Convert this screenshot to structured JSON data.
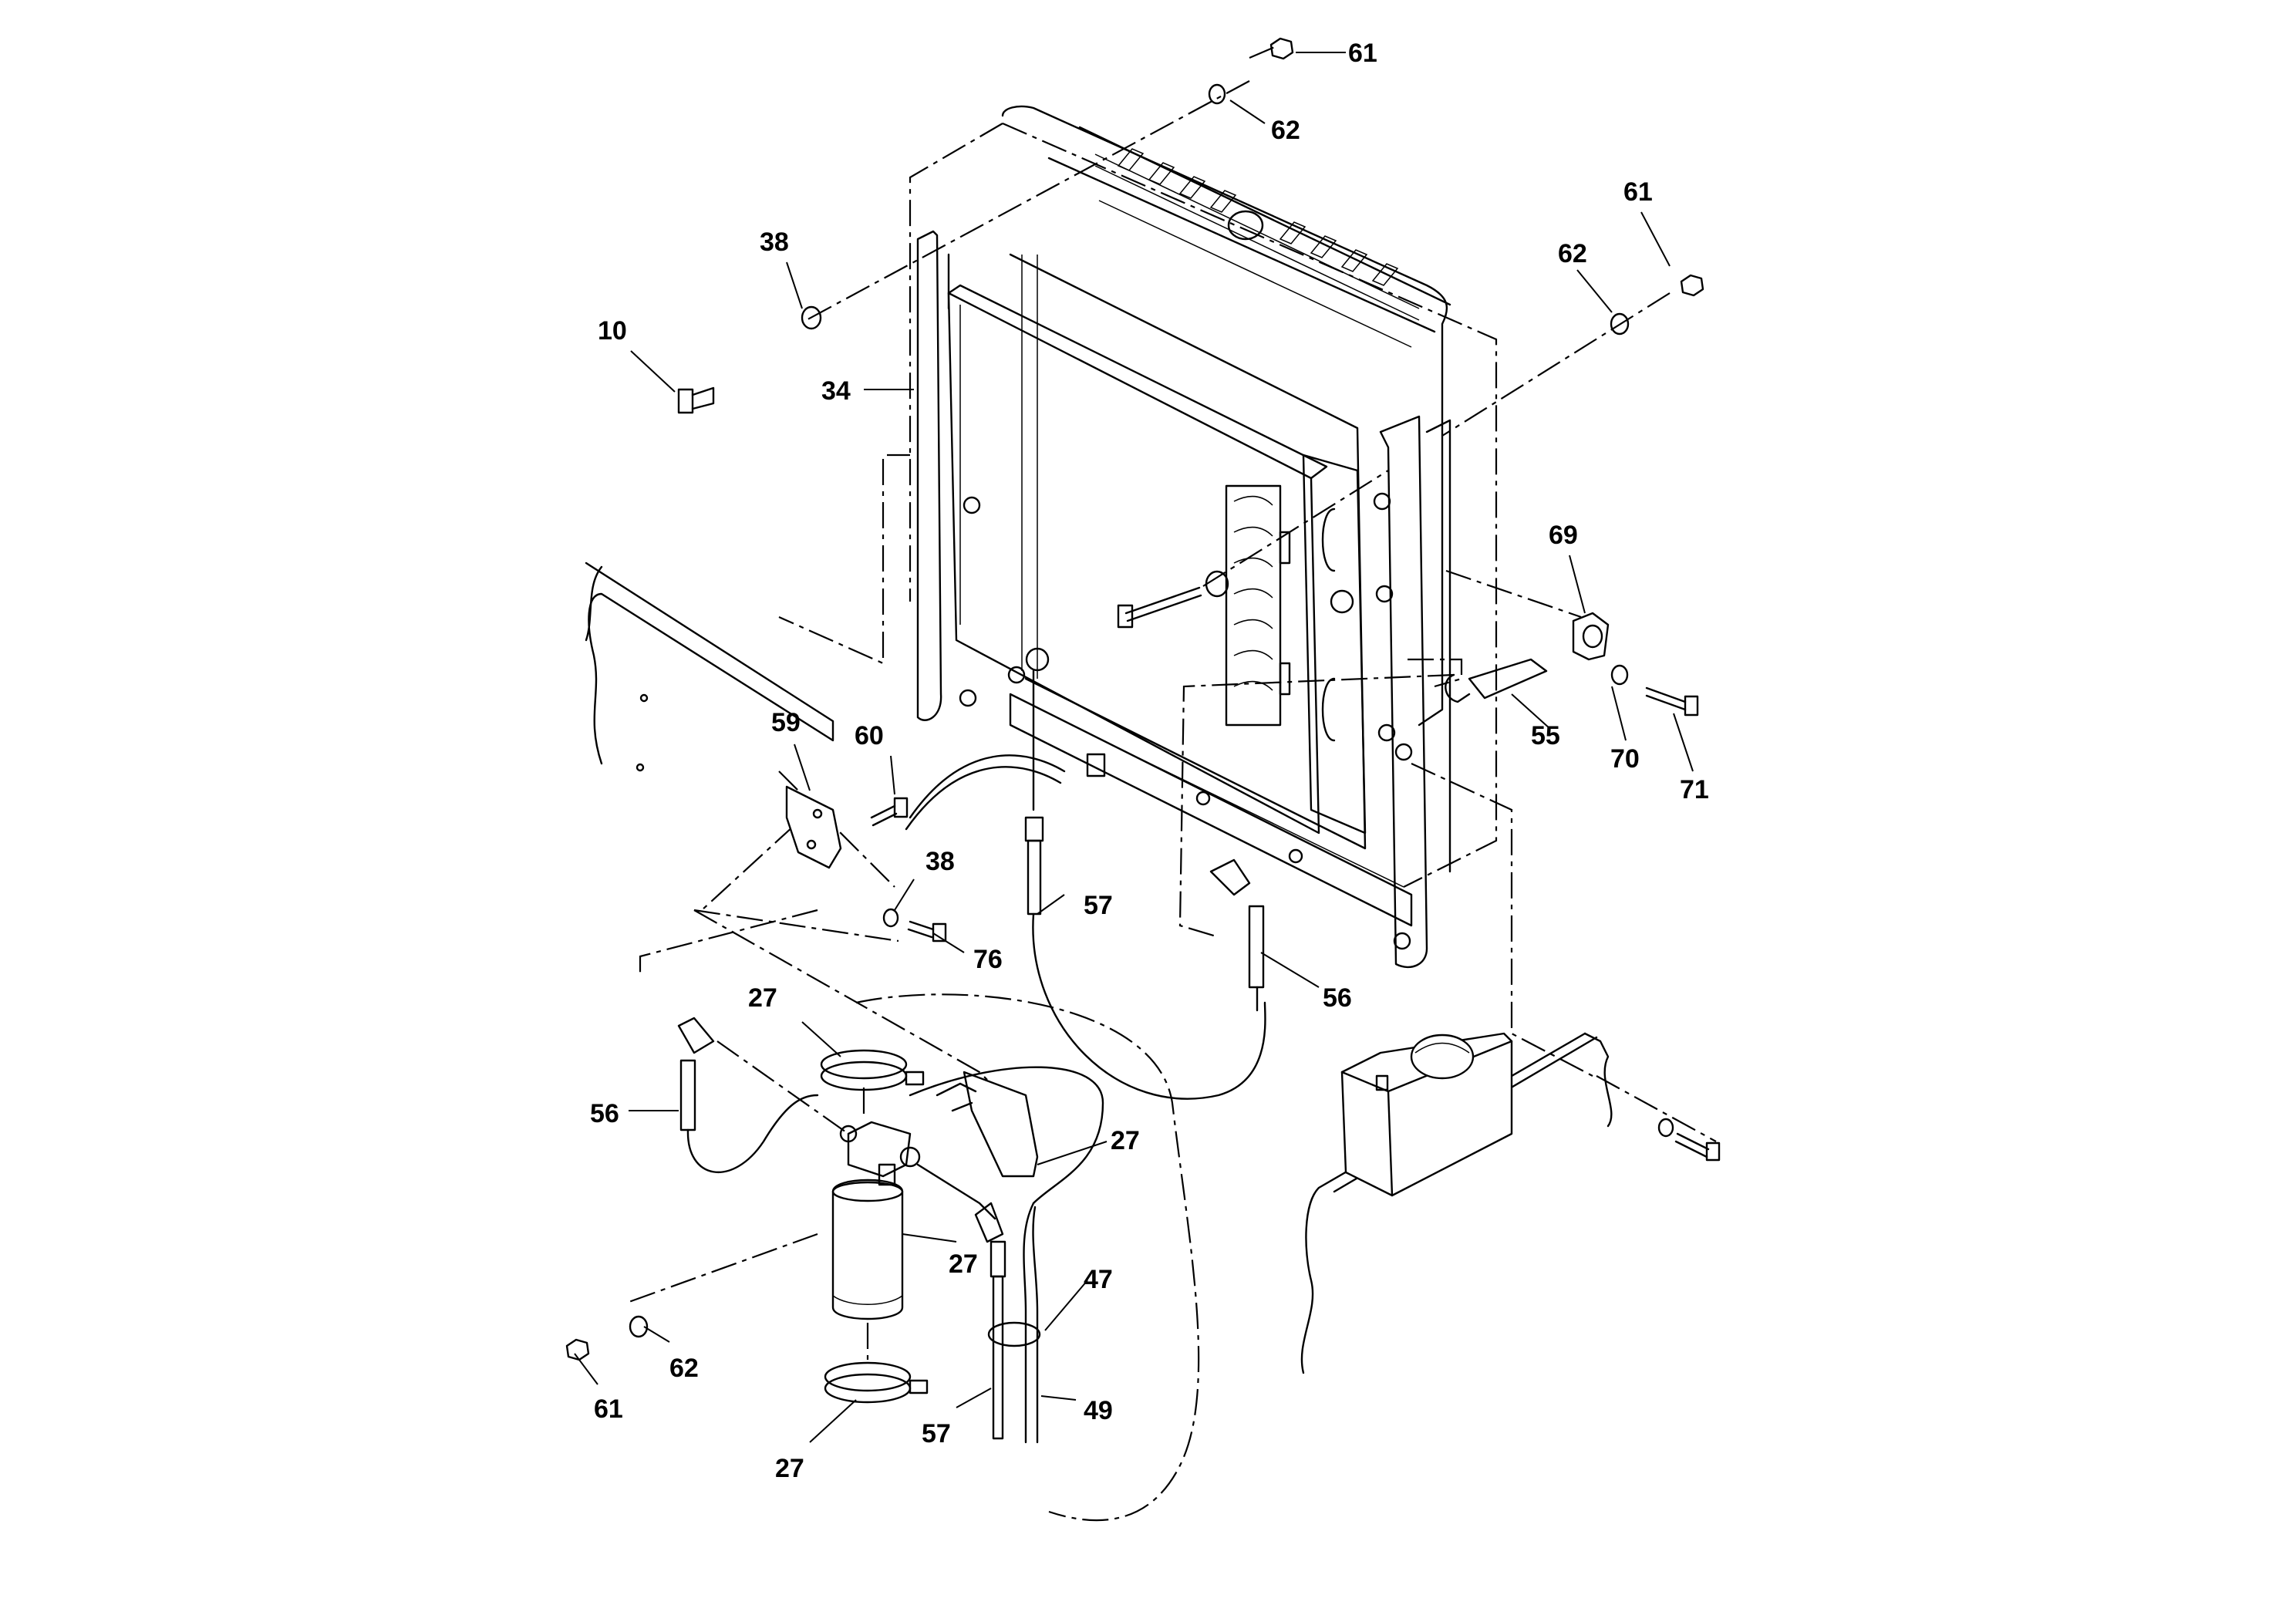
{
  "callouts": {
    "c61_top": "61",
    "c62_top": "62",
    "c61_right": "61",
    "c62_right": "62",
    "c38_left": "38",
    "c10": "10",
    "c34": "34",
    "c69": "69",
    "c55": "55",
    "c70": "70",
    "c71": "71",
    "c59": "59",
    "c60": "60",
    "c38_mid": "38",
    "c76": "76",
    "c57_mid": "57",
    "c56_right": "56",
    "c27_top": "27",
    "c56_left": "56",
    "c27_bracket": "27",
    "c27_drier": "27",
    "c47": "47",
    "c49": "49",
    "c57_bottom": "57",
    "c62_bottom": "62",
    "c61_bottom": "61",
    "c27_bottom": "27"
  }
}
